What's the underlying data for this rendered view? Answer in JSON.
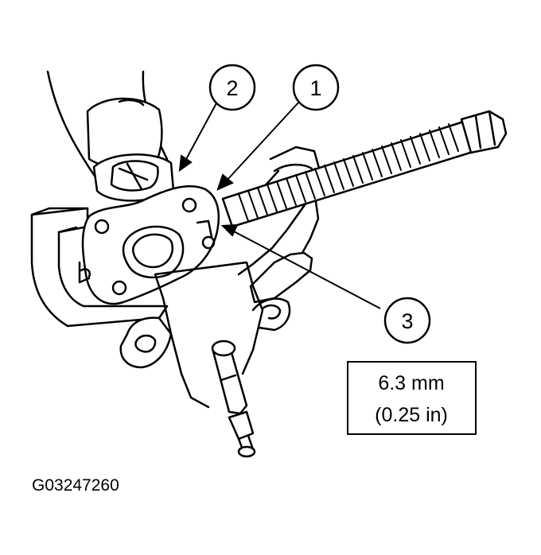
{
  "figure": {
    "id": "G03247260"
  },
  "callouts": [
    {
      "label": "1"
    },
    {
      "label": "2"
    },
    {
      "label": "3"
    }
  ],
  "spec": {
    "line1": "6.3 mm",
    "line2": "(0.25 in)"
  },
  "colors": {
    "line": "#000000",
    "background": "#ffffff",
    "shade": "#e6e6e6"
  }
}
